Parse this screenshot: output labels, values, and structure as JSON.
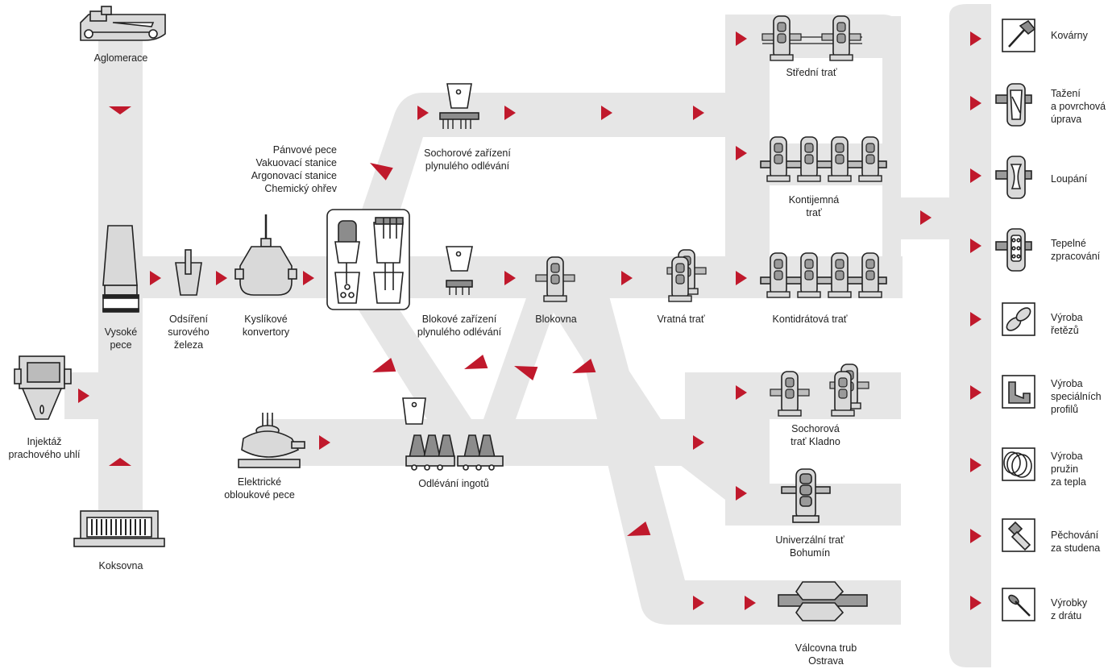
{
  "colors": {
    "path": "#e6e6e6",
    "arrow": "#c0192c",
    "icon_fill": "#d9d9d9",
    "icon_stroke": "#222222",
    "icon_dark": "#8c8c8c",
    "text": "#222222"
  },
  "labels": {
    "aglomerace": [
      "Aglomerace"
    ],
    "vysoke_pece": [
      "Vysoké",
      "pece"
    ],
    "injektaz": [
      "Injektáž",
      "prachového uhlí"
    ],
    "koksovna": [
      "Koksovna"
    ],
    "odsireni": [
      "Odsíření",
      "surového",
      "železa"
    ],
    "kyslikove": [
      "Kyslíkové",
      "konvertory"
    ],
    "panvove": [
      "Pánvové pece",
      "Vakuovací stanice",
      "Argonovací stanice",
      "Chemický ohřev"
    ],
    "sochorove_zarizeni": [
      "Sochorové zařízení",
      "plynulého odlévání"
    ],
    "blokove_zarizeni": [
      "Blokové zařízení",
      "plynulého odlévání"
    ],
    "blokovna": [
      "Blokovna"
    ],
    "elektricke": [
      "Elektrické",
      "obloukové pece"
    ],
    "odlevani_ingotu": [
      "Odlévání ingotů"
    ],
    "stredni_trat": [
      "Střední trať"
    ],
    "kontijemna": [
      "Kontijemná",
      "trať"
    ],
    "vratna_trat": [
      "Vratná trať"
    ],
    "kontidratova": [
      "Kontidrátová trať"
    ],
    "sochorova_kladno": [
      "Sochorová",
      "trať Kladno"
    ],
    "univerzalni": [
      "Univerzální trať",
      "Bohumín"
    ],
    "valcovna_trub": [
      "Válcovna trub",
      "Ostrava"
    ]
  },
  "products": [
    {
      "icon": "hammer-icon",
      "lines": [
        "Kovárny"
      ]
    },
    {
      "icon": "drawing-stand-icon",
      "lines": [
        "Tažení",
        "a povrchová",
        "úprava"
      ]
    },
    {
      "icon": "peeling-stand-icon",
      "lines": [
        "Loupání"
      ]
    },
    {
      "icon": "heat-treatment-icon",
      "lines": [
        "Tepelné",
        "zpracování"
      ]
    },
    {
      "icon": "chain-icon",
      "lines": [
        "Výroba",
        "řetězů"
      ]
    },
    {
      "icon": "special-profile-icon",
      "lines": [
        "Výroba",
        "speciálních",
        "profilů"
      ]
    },
    {
      "icon": "spring-icon",
      "lines": [
        "Výroba",
        "pružin",
        "za tepla"
      ]
    },
    {
      "icon": "bolt-icon",
      "lines": [
        "Pěchování",
        "za studena"
      ]
    },
    {
      "icon": "nail-icon",
      "lines": [
        "Výrobky",
        "z drátu"
      ]
    }
  ]
}
